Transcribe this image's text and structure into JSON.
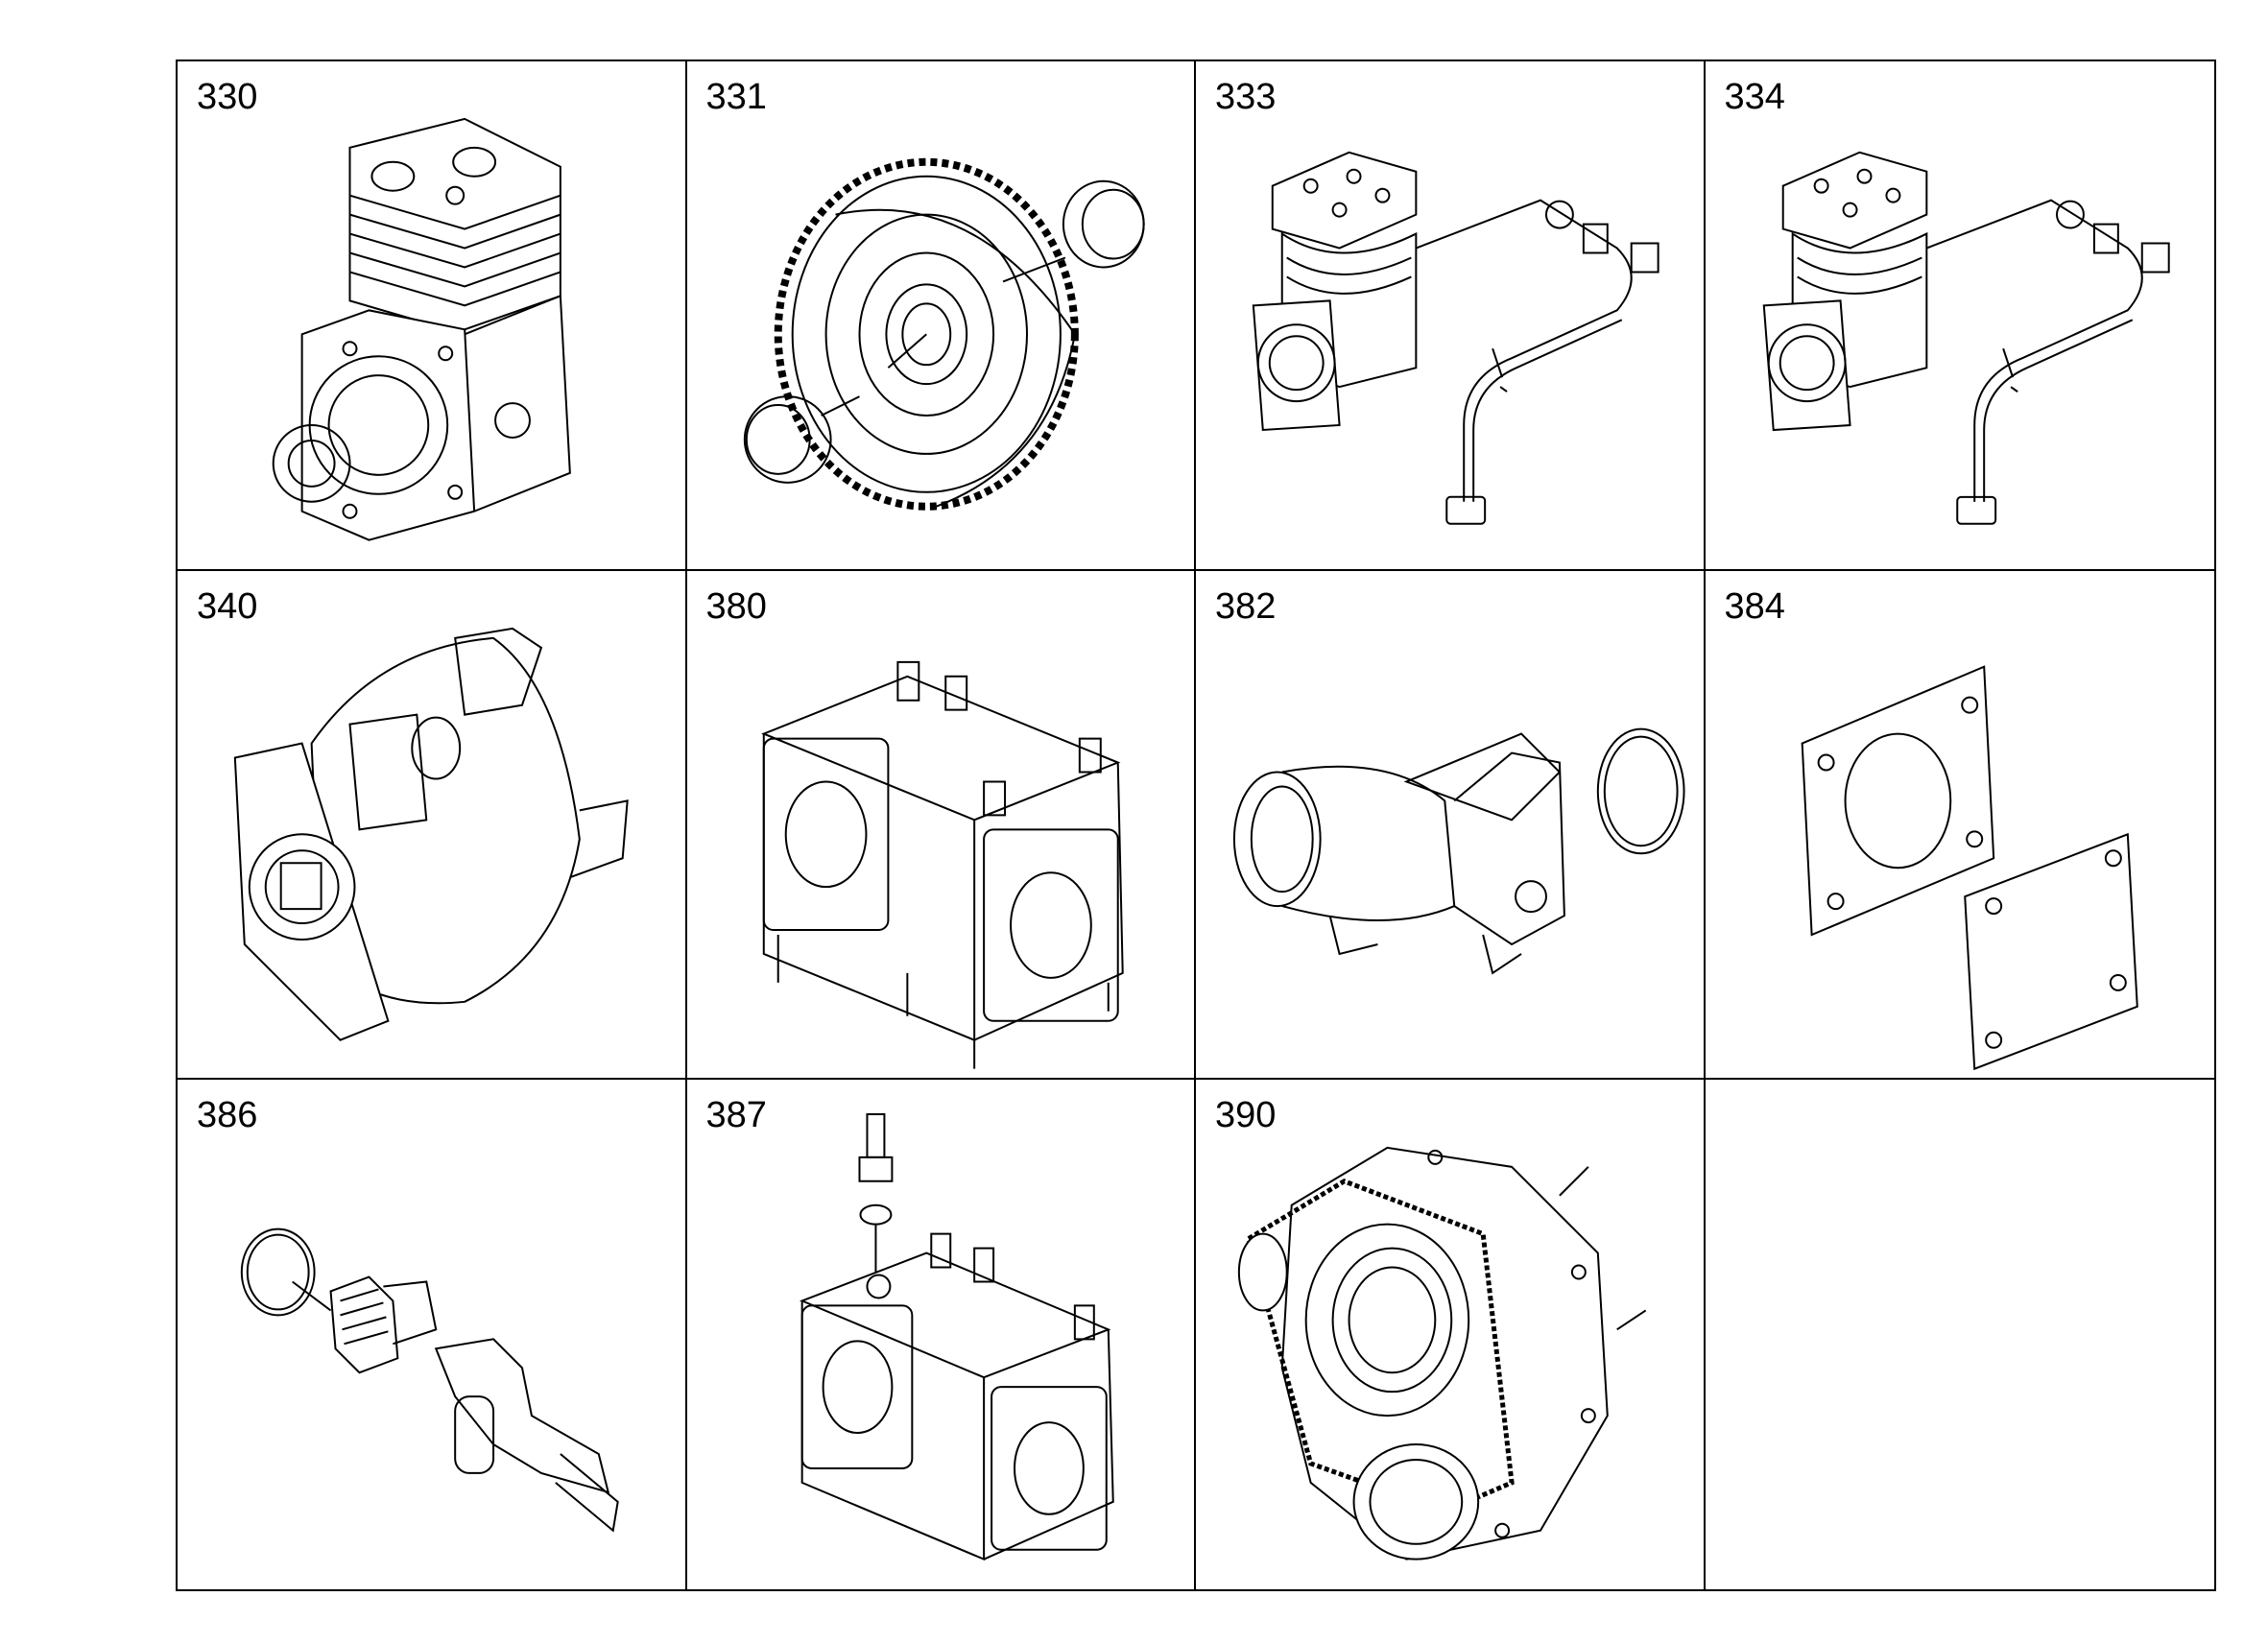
{
  "cells": [
    {
      "label": "330",
      "icon": "air-compressor-icon"
    },
    {
      "label": "331",
      "icon": "gear-icon"
    },
    {
      "label": "333",
      "icon": "compressor-with-pipe-icon"
    },
    {
      "label": "334",
      "icon": "compressor-with-pipe-icon"
    },
    {
      "label": "340",
      "icon": "power-steering-pump-icon"
    },
    {
      "label": "380",
      "icon": "housing-icon"
    },
    {
      "label": "382",
      "icon": "elbow-fitting-icon"
    },
    {
      "label": "384",
      "icon": "gasket-plate-icon"
    },
    {
      "label": "386",
      "icon": "drain-plug-tap-icon"
    },
    {
      "label": "387",
      "icon": "housing-with-fitting-icon"
    },
    {
      "label": "390",
      "icon": "belt-drive-icon"
    },
    {
      "label": "",
      "icon": ""
    }
  ]
}
